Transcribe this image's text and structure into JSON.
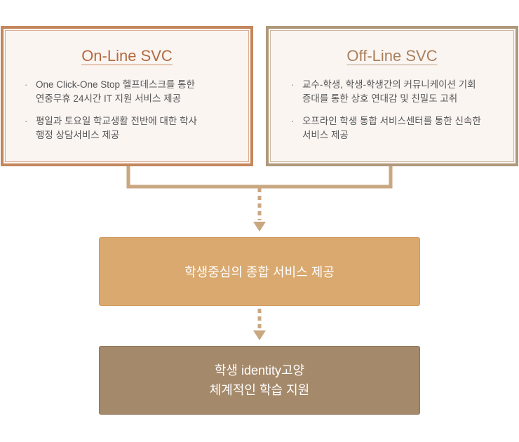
{
  "online": {
    "title": "On-Line SVC",
    "items": [
      "One Click-One Stop 헬프데스크를 통한\n연중무휴 24시간 IT 지원 서비스 제공",
      "평일과 토요일 학교생활 전반에 대한 학사\n행정 상담서비스 제공"
    ]
  },
  "offline": {
    "title": "Off-Line SVC",
    "items": [
      "교수-학생, 학생-학생간의 커뮤니케이션 기회\n증대를 통한 상호 연대감 및 친밀도 고취",
      "오프라인 학생 통합 서비스센터를 통한 신속한\n서비스 제공"
    ]
  },
  "center_box": {
    "label": "학생중심의 종합 서비스 제공"
  },
  "result_box": {
    "label": "학생 identity고양\n체계적인 학습 지원"
  },
  "colors": {
    "online_border": "#c4865c",
    "offline_border": "#b0987b",
    "connector": "#c9a781",
    "center_fill": "#daa96f",
    "result_fill": "#a5896b"
  }
}
